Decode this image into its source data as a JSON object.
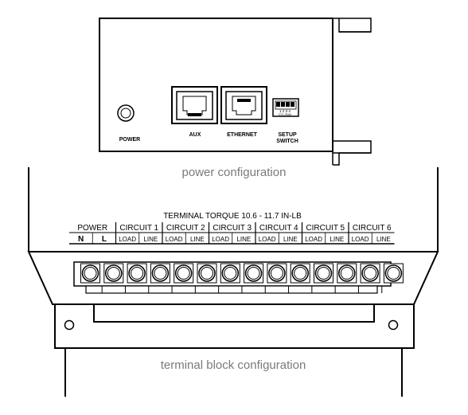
{
  "top_panel": {
    "power_label": "POWER",
    "aux_label": "AUX",
    "ethernet_label": "ETHERNET",
    "setup_label_line1": "SETUP",
    "setup_label_line2": "SWITCH",
    "dip_numbers": "1 2 3 4",
    "dip_caption": "CTL ON/A"
  },
  "captions": {
    "power": "power configuration",
    "terminal": "terminal block configuration"
  },
  "terminal_block": {
    "torque": "TERMINAL TORQUE 10.6 - 11.7 IN-LB",
    "power_group": {
      "label": "POWER",
      "terminals": [
        "N",
        "L"
      ]
    },
    "circuits": [
      {
        "label": "CIRCUIT 1",
        "terminals": [
          "LOAD",
          "LINE"
        ]
      },
      {
        "label": "CIRCUIT 2",
        "terminals": [
          "LOAD",
          "LINE"
        ]
      },
      {
        "label": "CIRCUIT 3",
        "terminals": [
          "LOAD",
          "LINE"
        ]
      },
      {
        "label": "CIRCUIT 4",
        "terminals": [
          "LOAD",
          "LINE"
        ]
      },
      {
        "label": "CIRCUIT 5",
        "terminals": [
          "LOAD",
          "LINE"
        ]
      },
      {
        "label": "CIRCUIT 6",
        "terminals": [
          "LOAD",
          "LINE"
        ]
      }
    ],
    "screw_count": 14
  }
}
